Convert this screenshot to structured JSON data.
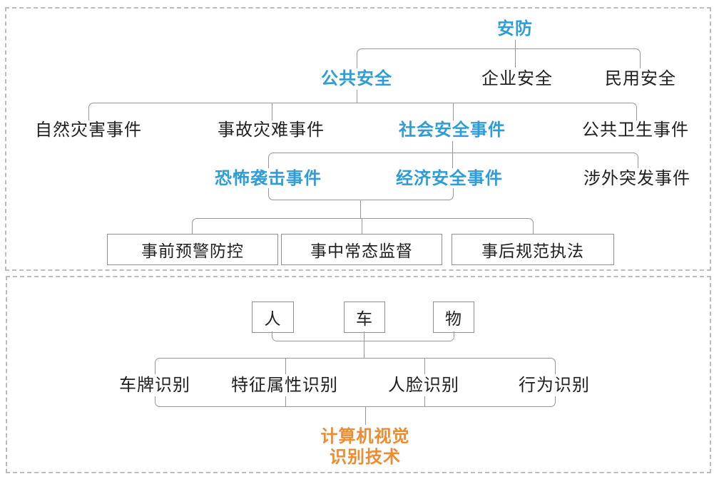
{
  "colors": {
    "accent_blue": "#2E9CD6",
    "accent_orange": "#ED8B33",
    "line_gray": "#979797",
    "box_border": "#8f8f8f",
    "text_black": "#1f1f1f",
    "panel_dash": "#bcbcbc"
  },
  "security_tree": {
    "root": "安防",
    "level2": {
      "public": "公共安全",
      "enterprise": "企业安全",
      "civil": "民用安全"
    },
    "level3": {
      "natural": "自然灾害事件",
      "accident": "事故灾难事件",
      "social": "社会安全事件",
      "health": "公共卫生事件"
    },
    "level4": {
      "terror": "恐怖袭击事件",
      "economic": "经济安全事件",
      "foreign": "涉外突发事件"
    },
    "phases": [
      "事前预警防控",
      "事中常态监督",
      "事后规范执法"
    ]
  },
  "cv_tree": {
    "objects": [
      "人",
      "车",
      "物"
    ],
    "recognitions": [
      "车牌识别",
      "特征属性识别",
      "人脸识别",
      "行为识别"
    ],
    "tech_line1": "计算机视觉",
    "tech_line2": "识别技术"
  }
}
